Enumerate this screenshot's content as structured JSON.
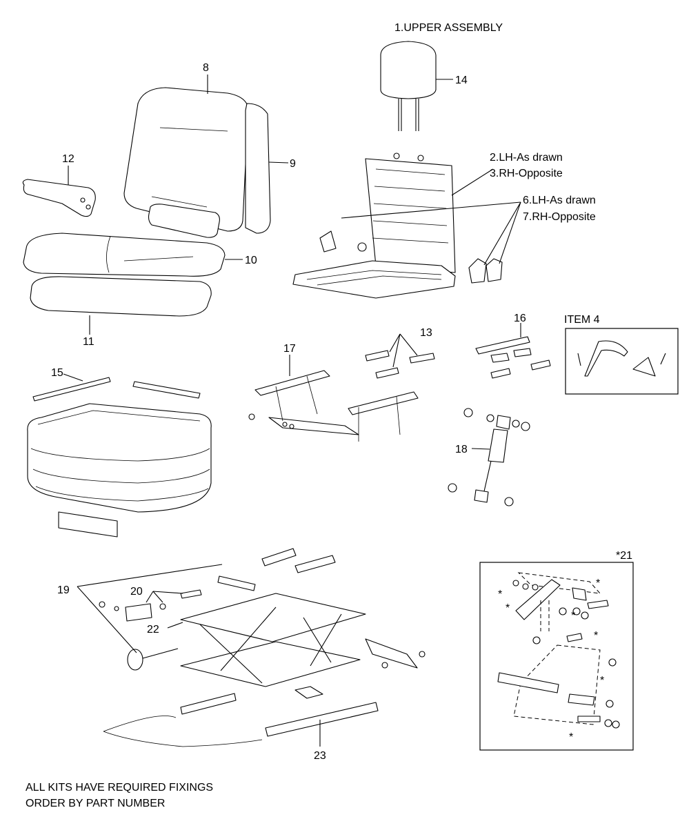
{
  "title": "1.UPPER ASSEMBLY",
  "callouts": {
    "c8": "8",
    "c9": "9",
    "c10": "10",
    "c11": "11",
    "c12": "12",
    "c13": "13",
    "c14": "14",
    "c15": "15",
    "c16": "16",
    "c17": "17",
    "c18": "18",
    "c19": "19",
    "c20": "20",
    "c21": "*21",
    "c22": "22",
    "c23": "23",
    "lh_frame": "2.LH-As drawn",
    "rh_frame": "3.RH-Opposite",
    "lh_cover": "6.LH-As drawn",
    "rh_cover": "7.RH-Opposite",
    "item4": "ITEM 4",
    "star": "*"
  },
  "notes": {
    "line1": "ALL KITS HAVE REQUIRED FIXINGS",
    "line2": "ORDER BY PART NUMBER"
  }
}
